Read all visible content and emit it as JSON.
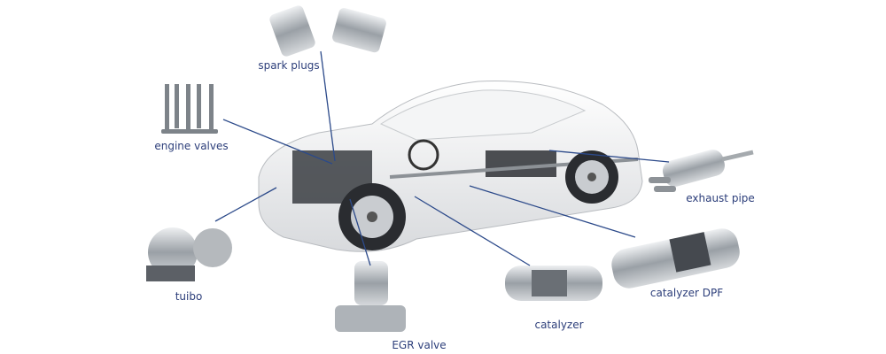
{
  "label_color": "#2c3e7a",
  "line_color": "#2c4a8a",
  "parts": {
    "spark_plugs": "spark plugs",
    "engine_valves": "engine valves",
    "exhaust_pipe": "exhaust pipe",
    "turbo": "tuibo",
    "catalyzer_dpf": "catalyzer DPF",
    "catalyzer": "catalyzer",
    "egr_valve": "EGR valve"
  }
}
